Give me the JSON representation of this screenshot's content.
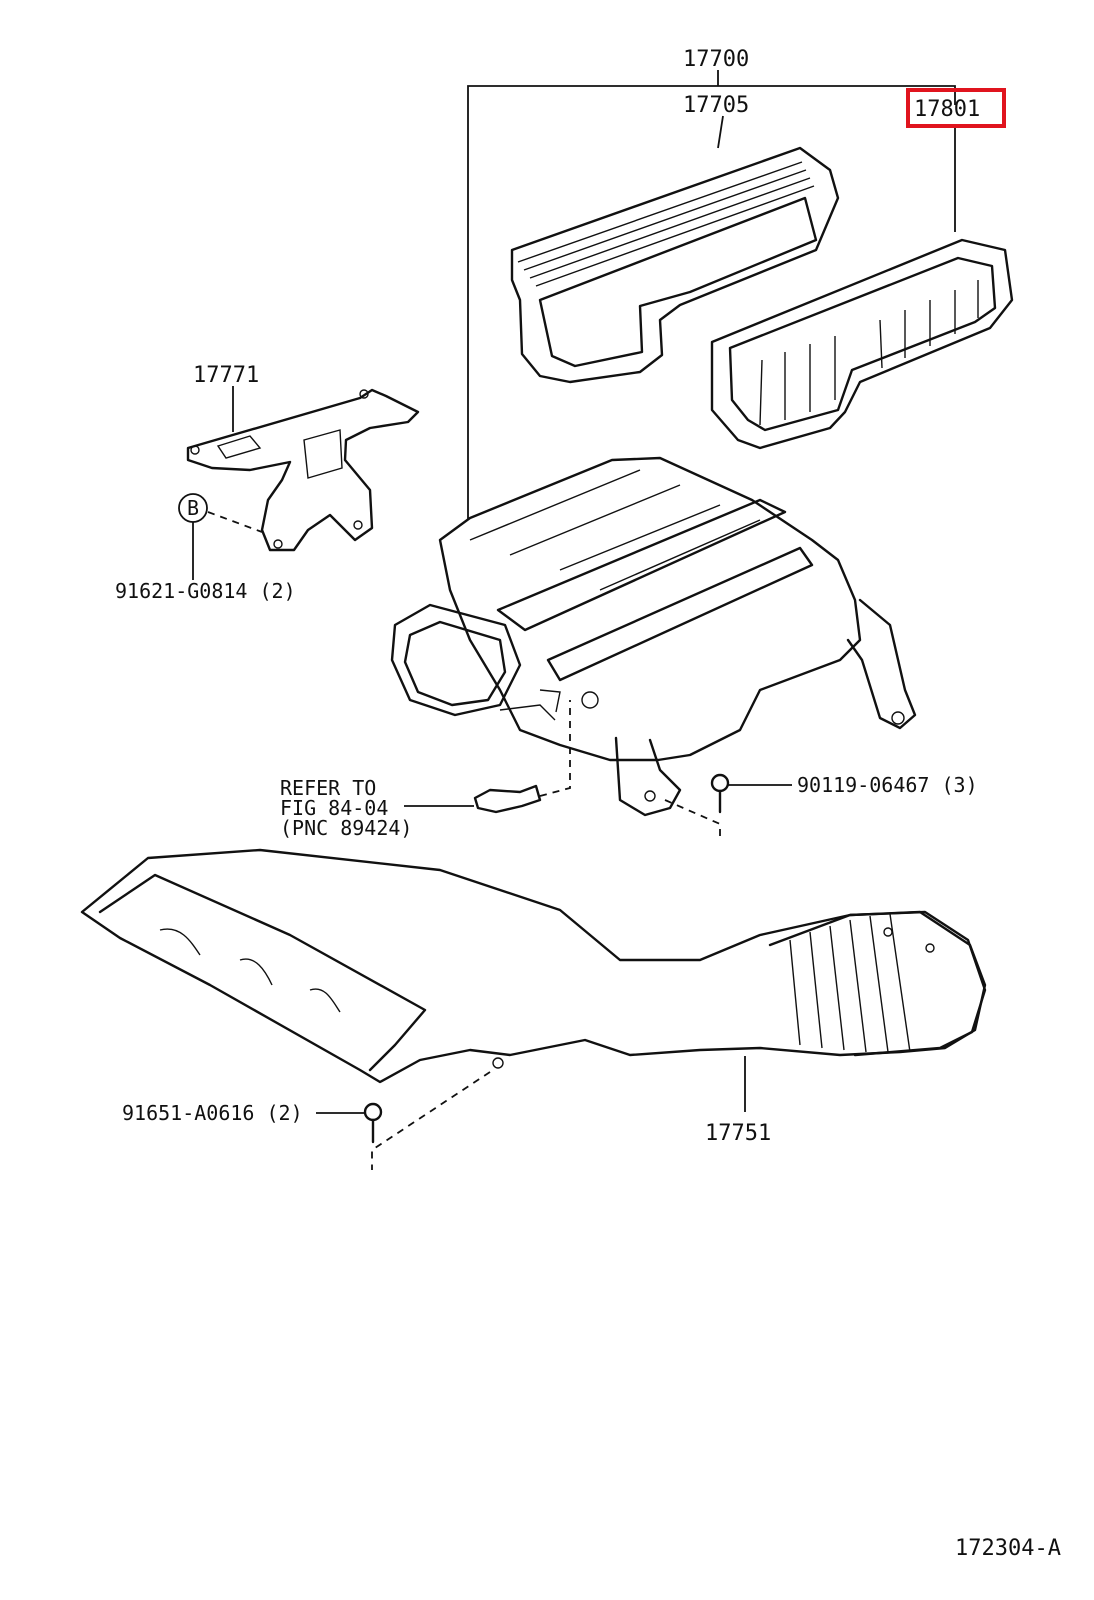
{
  "labels": {
    "p17700": "17700",
    "p17705": "17705",
    "p17801": "17801",
    "p17771": "17771",
    "p91621": "91621-G0814 (2)",
    "circle_b": "B",
    "refer_line1": "REFER TO",
    "refer_line2": "FIG 84-04",
    "refer_line3": "(PNC 89424)",
    "p90119": "90119-06467 (3)",
    "p91651": "91651-A0616 (2)",
    "p17751": "17751",
    "figure_id": "172304-A"
  },
  "highlight": {
    "part": "17801",
    "color": "#e0141e"
  }
}
